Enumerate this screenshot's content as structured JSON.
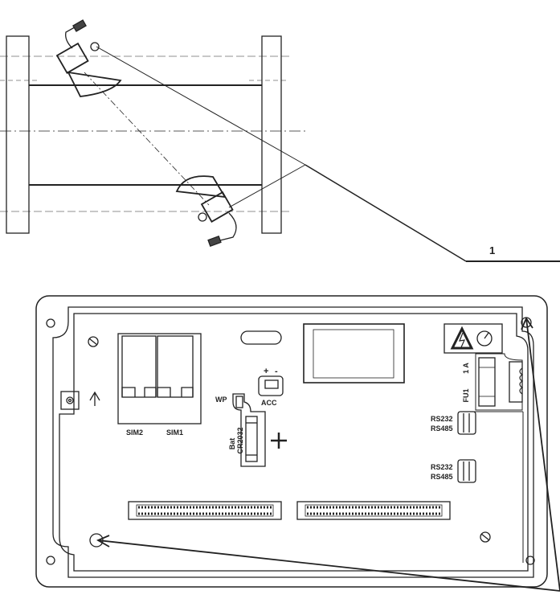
{
  "callout": {
    "label": "1"
  },
  "board": {
    "sim2": "SIM2",
    "sim1": "SIM1",
    "wp": "WP",
    "acc": "ACC",
    "acc_plus": "+",
    "acc_minus": "-",
    "bat": "Bat",
    "battery_type": "CR2032",
    "battery_plus": "+",
    "fuse_name": "FU1",
    "fuse_rating": "1 A",
    "rs232_a": "RS232",
    "rs485_a": "RS485",
    "rs232_b": "RS232",
    "rs485_b": "RS485"
  }
}
